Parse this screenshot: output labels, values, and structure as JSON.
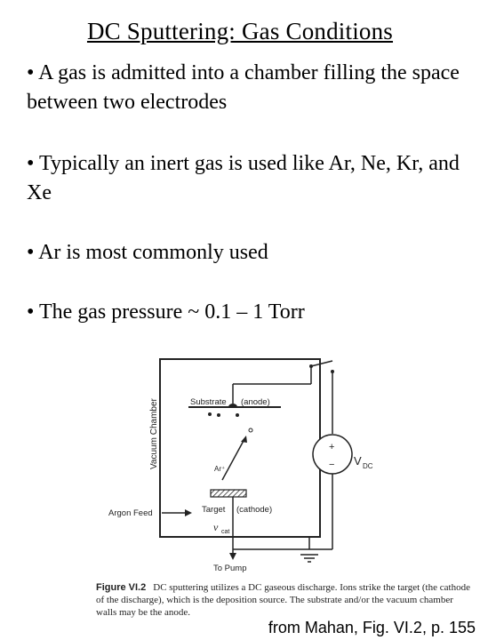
{
  "slide": {
    "title": "DC Sputtering: Gas Conditions",
    "bullets": [
      "• A gas is admitted into a chamber filling the space between two electrodes",
      "• Typically an inert gas is used like Ar, Ne, Kr, and Xe",
      "• Ar is most commonly used",
      "• The gas pressure ~ 0.1 – 1 Torr"
    ]
  },
  "figure": {
    "labels": {
      "chamber": "Vacuum Chamber",
      "substrate": "Substrate",
      "anode": "(anode)",
      "ion": "Ar⁺",
      "target": "Target",
      "cathode": "(cathode)",
      "argon_feed": "Argon Feed",
      "voltage": "V",
      "voltage_sub": "DC",
      "cathode_voltage": "v",
      "cathode_voltage_sub": "cat",
      "pump": "To Pump",
      "plus": "+",
      "minus": "−"
    },
    "caption_label": "Figure VI.2",
    "caption_text": "DC sputtering utilizes a DC gaseous discharge. Ions strike the target (the cathode of the discharge), which is the deposition source. The substrate and/or the vacuum chamber walls may be the anode.",
    "source": "from Mahan, Fig. VI.2, p. 155"
  }
}
